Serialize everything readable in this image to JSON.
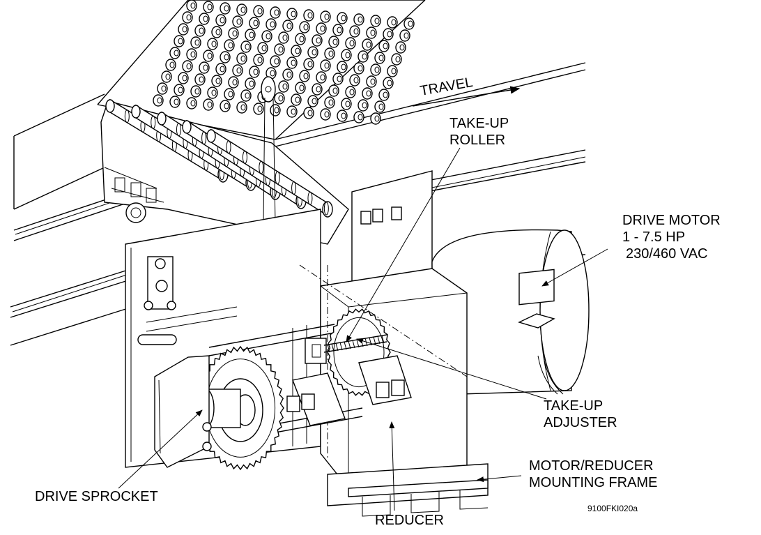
{
  "labels": {
    "travel": "TRAVEL",
    "take_up_roller": [
      "TAKE-UP",
      "ROLLER"
    ],
    "drive_motor": [
      "DRIVE MOTOR",
      "1 - 7.5 HP",
      "230/460 VAC"
    ],
    "take_up_adjuster": [
      "TAKE-UP",
      "ADJUSTER"
    ],
    "motor_reducer_frame": [
      "MOTOR/REDUCER",
      "MOUNTING FRAME"
    ],
    "drive_sprocket": "DRIVE SPROCKET",
    "reducer": "REDUCER",
    "drawing_number": "9100FKI020a"
  }
}
